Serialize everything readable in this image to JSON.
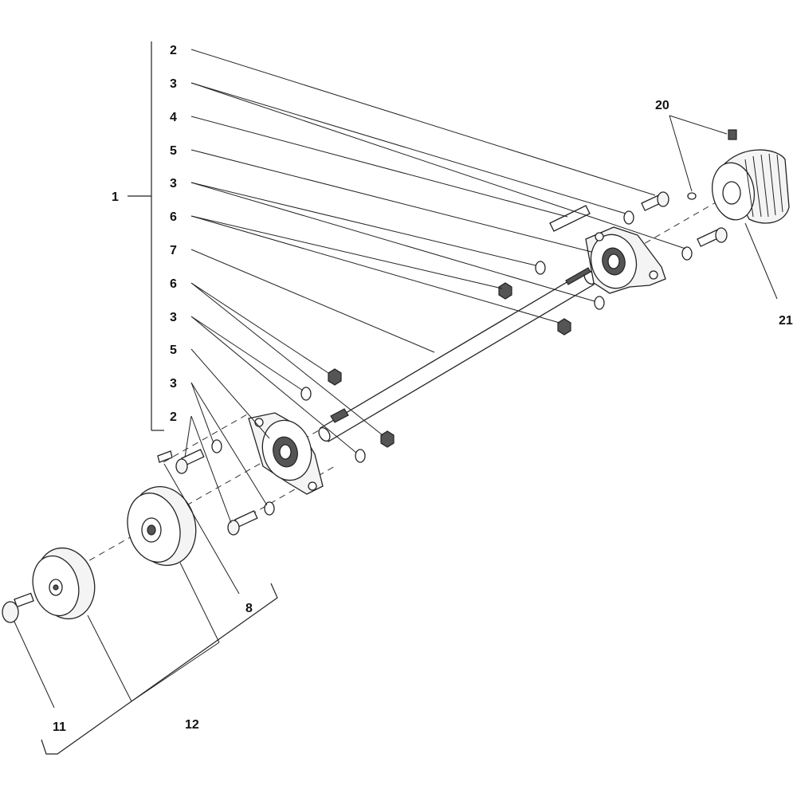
{
  "diagram": {
    "labels": {
      "l1": "1",
      "l2a": "2",
      "l3a": "3",
      "l4": "4",
      "l5a": "5",
      "l3b": "3",
      "l6a": "6",
      "l7": "7",
      "l6b": "6",
      "l3c": "3",
      "l5b": "5",
      "l3d": "3",
      "l2b": "2",
      "l8": "8",
      "l11": "11",
      "l12": "12",
      "l20": "20",
      "l21": "21"
    },
    "colors": {
      "line": "#222222",
      "background": "#ffffff"
    }
  }
}
